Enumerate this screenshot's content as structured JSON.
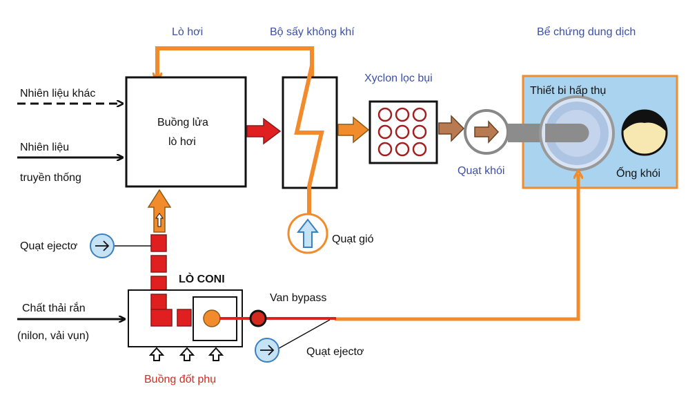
{
  "labels": {
    "lo_hoi": "Lò hơi",
    "bo_say": "Bộ sấy không khí",
    "be_chung": "Bể chứng dung dịch",
    "xyclon": "Xyclon lọc bụi",
    "thiet_bi": "Thiết bi hấp thụ",
    "nhien_lieu_khac": "Nhiên liệu khác",
    "nhien_lieu": "Nhiên liệu",
    "truyen_thong": "truyền thống",
    "buong_lua_1": "Buồng lửa",
    "buong_lua_2": "lò hơi",
    "quat_khoi": "Quạt khói",
    "ong_khoi": "Ống khói",
    "quat_gio": "Quạt gió",
    "quat_ejecto_1": "Quạt ejectơ",
    "lo_coni": "LÒ CONI",
    "van_bypass": "Van bypass",
    "chat_thai": "Chất thải rắn",
    "nilon": "(nilon, vải vụn)",
    "quat_ejecto_2": "Quạt ejectơ",
    "buong_dot_phu": "Buồng đốt phụ"
  },
  "colors": {
    "orange": "#f28b2c",
    "red": "#e02020",
    "brown": "#b87a50",
    "panel": "#a9d3ee",
    "panel_border": "#f28b2c",
    "fan": "#c6e2f5",
    "fan_border": "#3a7fc1"
  },
  "icons": [
    "right-arrow-icon",
    "up-arrow-icon",
    "fan-icon",
    "valve-icon"
  ]
}
